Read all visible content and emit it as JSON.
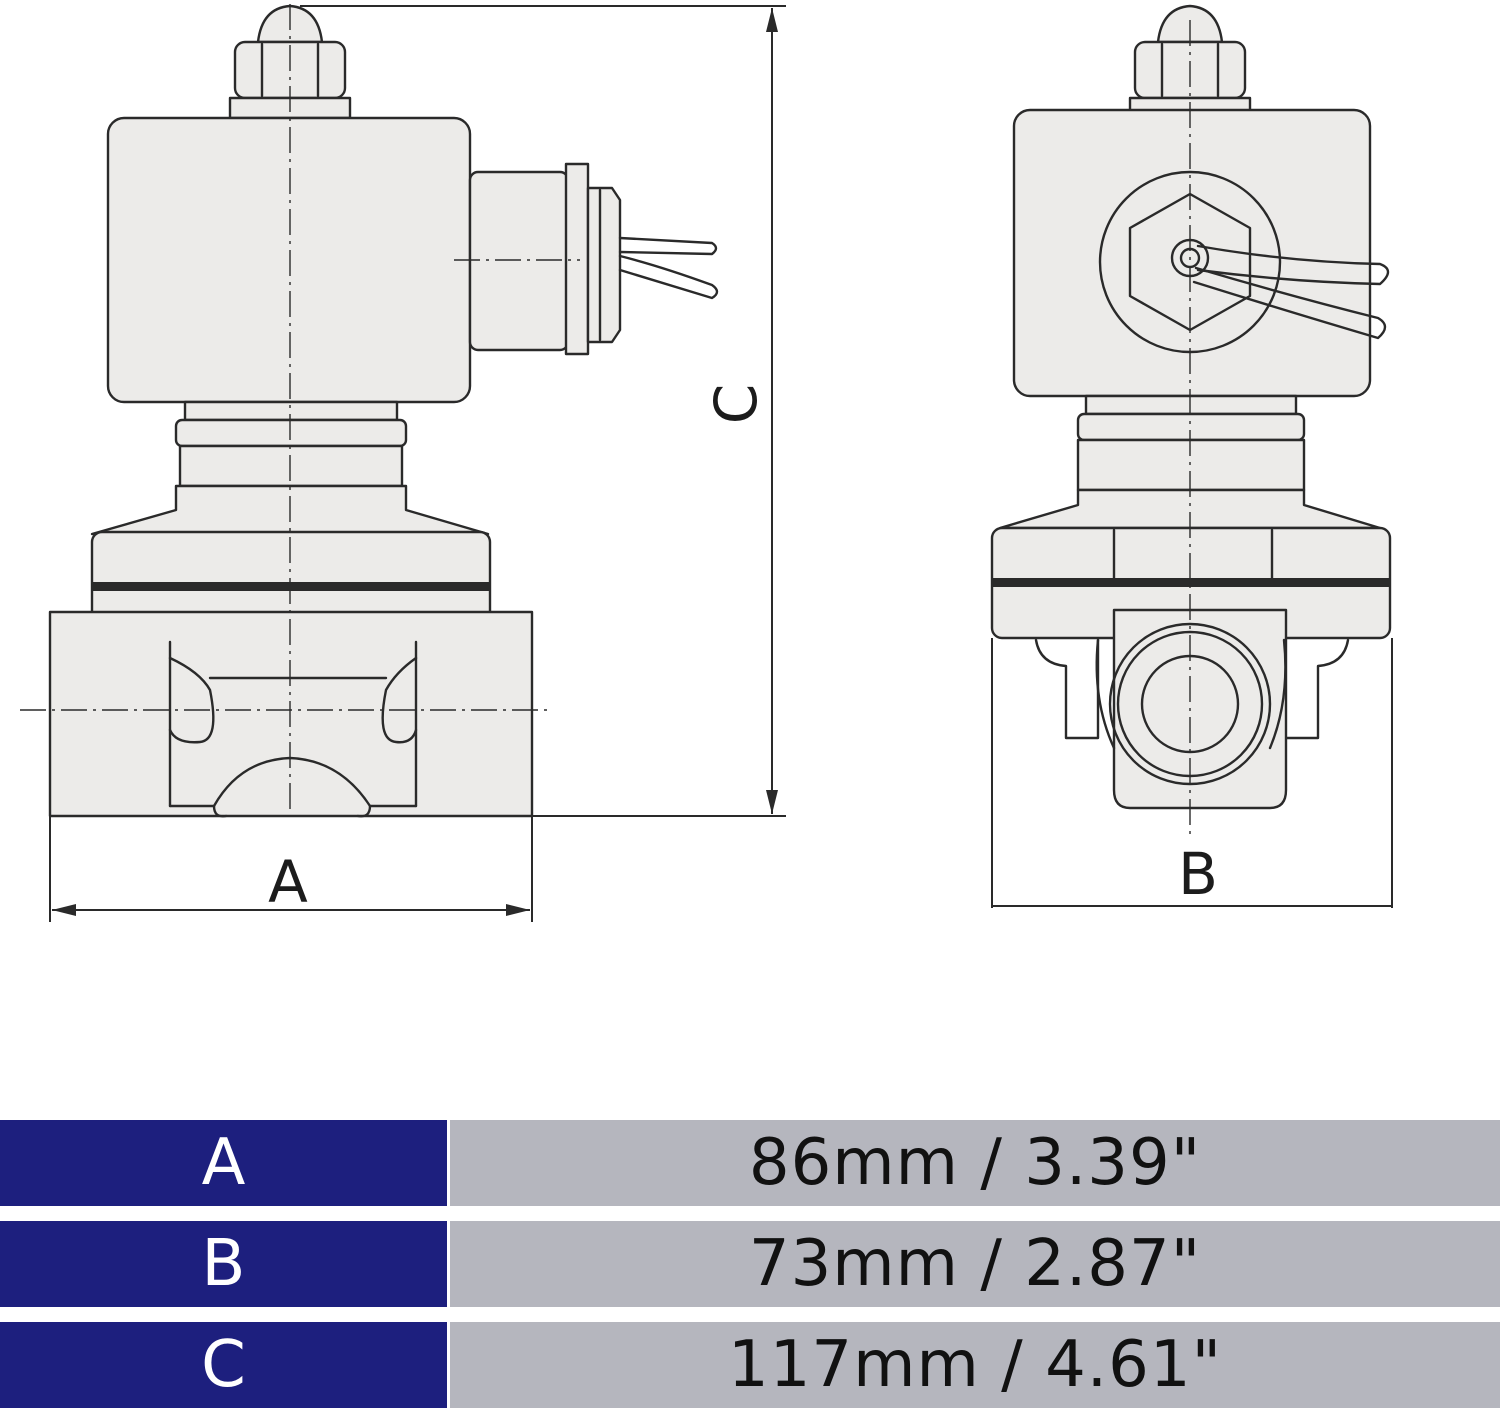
{
  "drawing": {
    "label_a": "A",
    "label_b": "B",
    "label_c": "C"
  },
  "dimensions": [
    {
      "key": "A",
      "value": "86mm / 3.39\""
    },
    {
      "key": "B",
      "value": "73mm / 2.87\""
    },
    {
      "key": "C",
      "value": "117mm / 4.61\""
    }
  ],
  "colors": {
    "key_background": "#1d1f7e",
    "value_background": "#b5b6be"
  }
}
